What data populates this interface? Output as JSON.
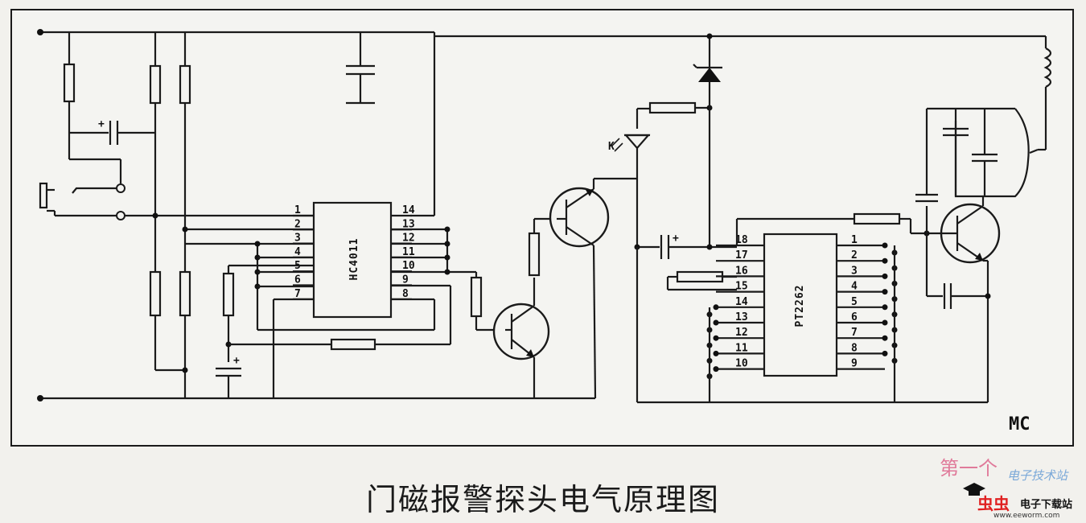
{
  "diagram": {
    "ic1": {
      "label": "HC4011",
      "left_pins": [
        "1",
        "2",
        "3",
        "4",
        "5",
        "6",
        "7"
      ],
      "right_pins": [
        "14",
        "13",
        "12",
        "11",
        "10",
        "9",
        "8"
      ]
    },
    "ic2": {
      "label": "PT2262",
      "left_pins": [
        "18",
        "17",
        "16",
        "15",
        "14",
        "13",
        "12",
        "11",
        "10"
      ],
      "right_pins": [
        "1",
        "2",
        "3",
        "4",
        "5",
        "6",
        "7",
        "8",
        "9"
      ]
    },
    "corner_label": "MC"
  },
  "caption": "门磁报警探头电气原理图",
  "watermark": {
    "site_name_1": "第一个",
    "site_name_2": "电子技术站",
    "site_name_3": "虫虫",
    "site_name_4": "电子下载站",
    "url": "www.eeworm.com"
  }
}
